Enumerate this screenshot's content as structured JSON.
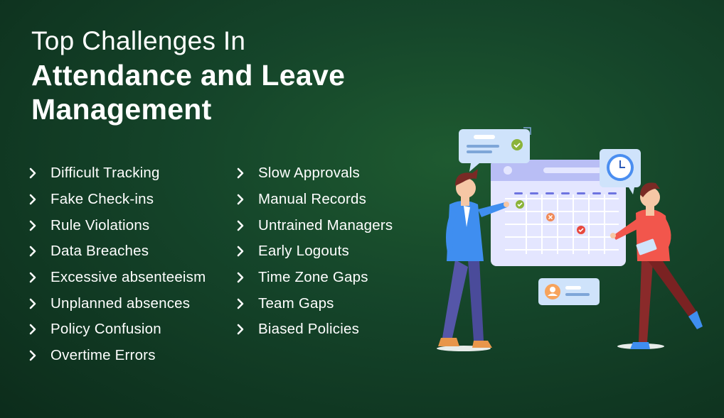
{
  "heading": {
    "line1": "Top Challenges In",
    "line2a": "Attendance and Leave",
    "line2b": "Management"
  },
  "challenges_left": [
    "Difficult Tracking",
    "Fake Check-ins",
    "Rule Violations",
    "Data Breaches",
    "Excessive absenteeism",
    "Unplanned absences",
    "Policy Confusion",
    "Overtime Errors"
  ],
  "challenges_right": [
    "Slow Approvals",
    "Manual Records",
    "Untrained Managers",
    "Early Logouts",
    "Time Zone Gaps",
    "Team Gaps",
    "Biased Policies"
  ],
  "colors": {
    "background": "#15452a",
    "text": "#ffffff",
    "calendar": "#e4e6ff",
    "calendar_header": "#b9bef5",
    "check_green": "#8bb33a",
    "cross_orange": "#f08a58",
    "check_red": "#e8483c",
    "person_left_shirt": "#3f8ef0",
    "person_right_shirt": "#f2564c"
  },
  "icons": [
    "chevron-right-icon",
    "chat-bubble-icon",
    "calendar-icon",
    "clock-icon",
    "profile-card-icon"
  ]
}
